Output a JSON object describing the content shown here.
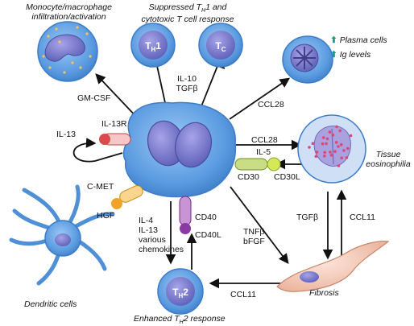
{
  "labels": {
    "mono_title_1": "Monocyte/macrophage",
    "mono_title_2": "infiltration/activation",
    "suppressed_1_a": "Suppressed T",
    "suppressed_1_sub": "H",
    "suppressed_1_b": "1 and",
    "suppressed_2": "cytotoxic T cell response",
    "th1_main": "T",
    "th1_sub": "H",
    "th1_num": "1",
    "tc_main": "T",
    "tc_sub": "C",
    "plasma_cells": "Plasma cells",
    "ig_levels": "Ig levels",
    "up_arrow": "⬆",
    "il10": "IL-10",
    "tgfb_top": "TGFβ",
    "gmcsf": "GM-CSF",
    "ccl28_top": "CCL28",
    "il13r": "IL-13R",
    "il13_left": "IL-13",
    "ccl28_mid": "CCL28",
    "il5": "IL-5",
    "tissue_1": "Tissue",
    "tissue_2": "eosinophilia",
    "cd30": "CD30",
    "cd30l": "CD30L",
    "cmet": "C-MET",
    "hgf": "HGF",
    "il4_1": "IL-4",
    "il4_2": "IL-13",
    "il4_3": "various",
    "il4_4": "chemokines",
    "cd40": "CD40",
    "cd40l": "CD40L",
    "tnfb": "TNFβ",
    "bfgf": "bFGF",
    "tgfb_right": "TGFβ",
    "ccl11_right": "CCL11",
    "ccl11_bottom": "CCL11",
    "th2_main": "T",
    "th2_sub": "H",
    "th2_num": "2",
    "fibrosis": "Fibrosis",
    "dendritic": "Dendritic cells",
    "enhanced_a": "Enhanced T",
    "enhanced_sub": "H",
    "enhanced_b": "2 response"
  },
  "colors": {
    "cell_blue": "#5b9be0",
    "cell_dark": "#2f6fc0",
    "nucleus": "#7a7fcf",
    "eosin_dots": "#e0457a",
    "fibro_pink": "#f3c6b0",
    "receptor_red": "#d94b4b",
    "receptor_green": "#9dc13a",
    "receptor_orange": "#f0a326",
    "receptor_purple": "#8a3aa0",
    "accent_teal": "#1d9b8a"
  }
}
